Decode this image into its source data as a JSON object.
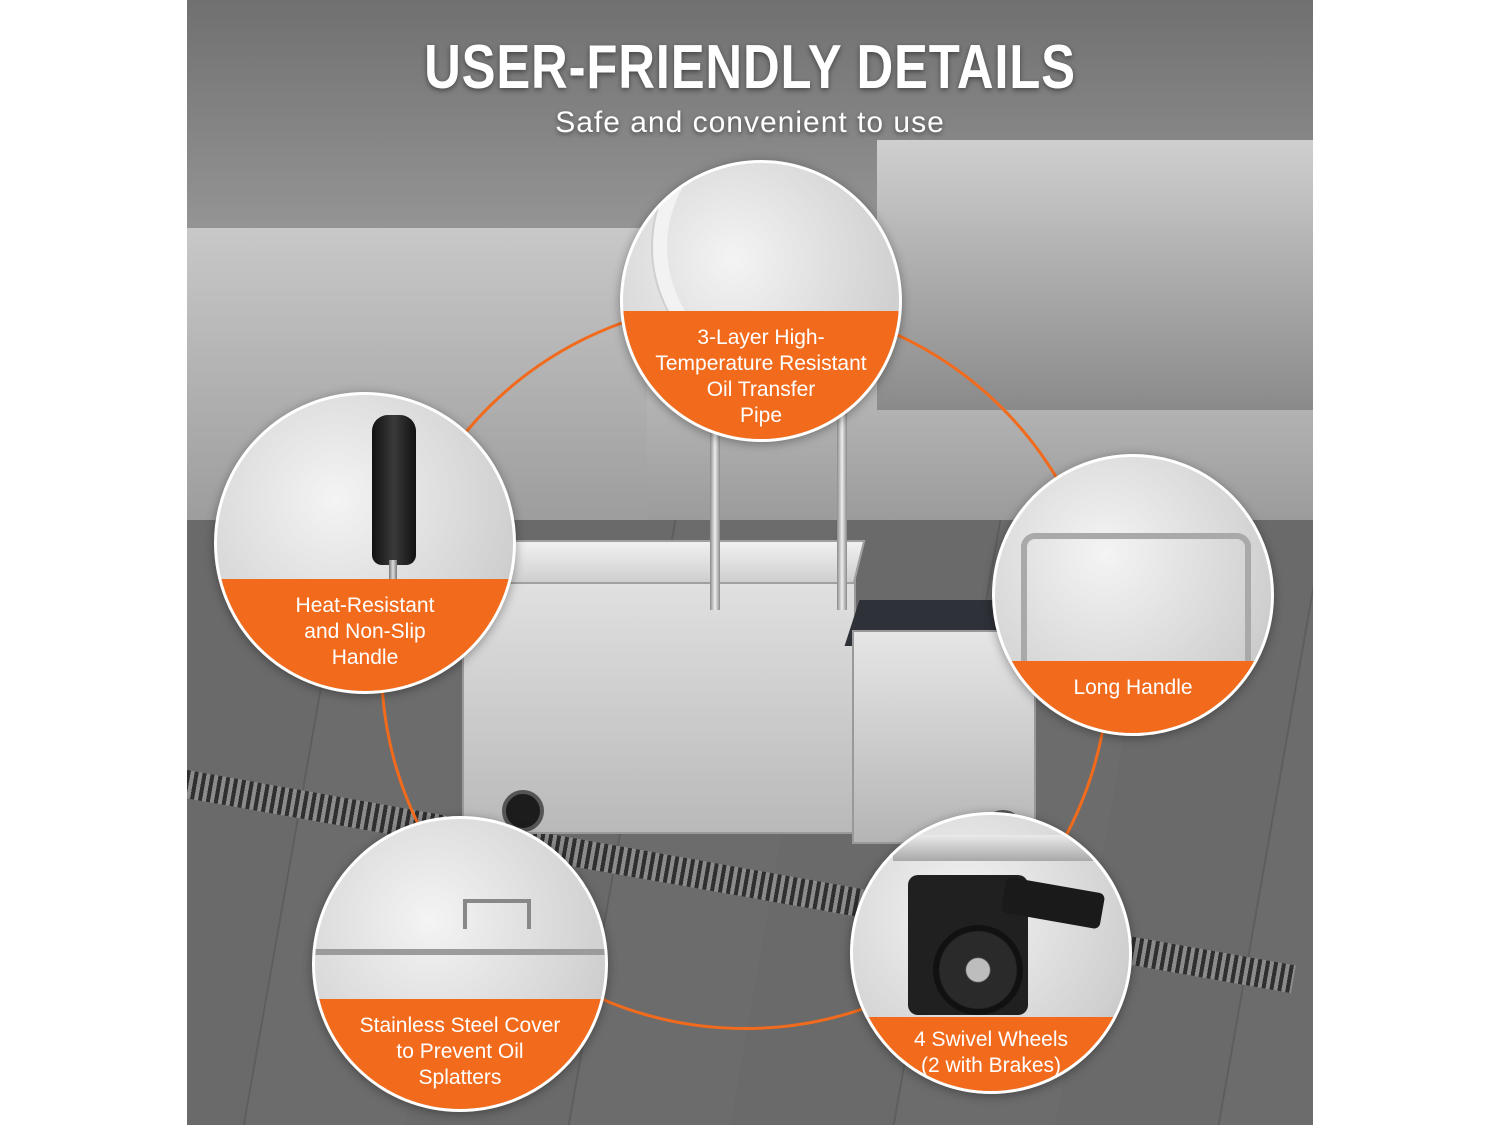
{
  "header": {
    "title": "USER-FRIENDLY DETAILS",
    "subtitle": "Safe and convenient to use"
  },
  "callouts": {
    "pipe": {
      "label": "3-Layer High-\nTemperature Resistant\nOil Transfer\nPipe"
    },
    "grip": {
      "label": "Heat-Resistant\nand Non-Slip\nHandle"
    },
    "long_handle": {
      "label": "Long Handle"
    },
    "cover": {
      "label": "Stainless Steel Cover\nto Prevent Oil\nSplatters"
    },
    "wheels": {
      "label": "4 Swivel Wheels\n(2 with Brakes)"
    }
  },
  "colors": {
    "accent": "#f26b1d",
    "label_text": "#ffffff"
  }
}
